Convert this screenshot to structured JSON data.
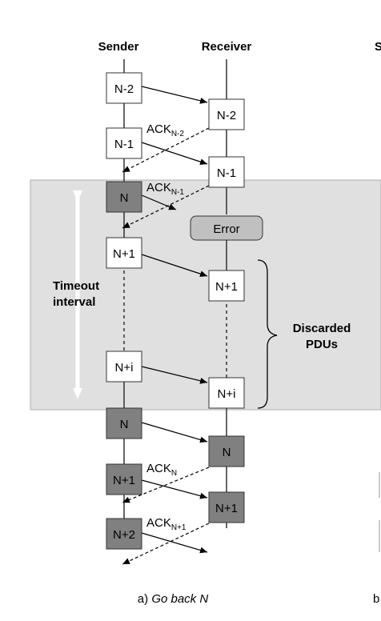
{
  "headers": {
    "sender": "Sender",
    "receiver": "Receiver",
    "next_panel_initial": "S"
  },
  "timeout": {
    "line1": "Timeout",
    "line2": "interval"
  },
  "discarded": {
    "line1": "Discarded",
    "line2": "PDUs"
  },
  "error_label": "Error",
  "sender_pdus": [
    "N-2",
    "N-1",
    "N",
    "N+1",
    "N+i",
    "N",
    "N+1",
    "N+2"
  ],
  "receiver_pdus": [
    "N-2",
    "N-1",
    "N+1",
    "N+i",
    "N",
    "N+1"
  ],
  "acks": [
    {
      "base": "ACK",
      "sub": "N-2"
    },
    {
      "base": "ACK",
      "sub": "N-1"
    },
    {
      "base": "ACK",
      "sub": "N"
    },
    {
      "base": "ACK",
      "sub": "N+1"
    }
  ],
  "captions": {
    "a_prefix": "a) ",
    "a_title": "Go back N",
    "b_prefix": "b"
  },
  "colors": {
    "shaded_region": "#e0e0e0",
    "resent_pdu": "#808080",
    "error_box": "#c0c0c0",
    "box_border": "#333333"
  }
}
